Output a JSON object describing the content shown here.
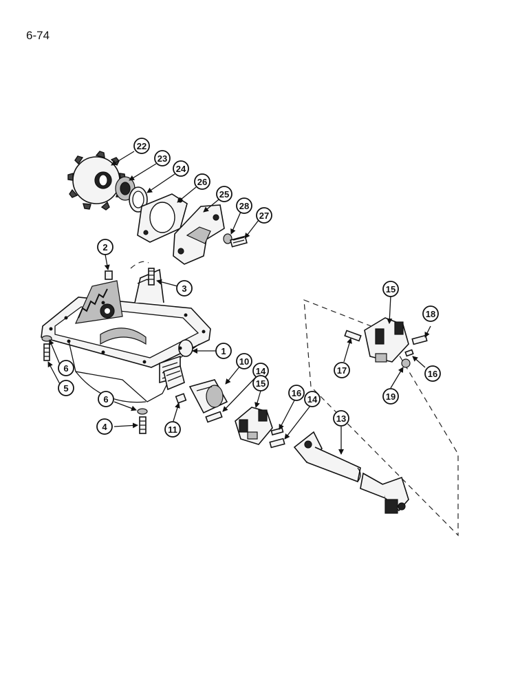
{
  "page": {
    "number": "6-74"
  },
  "callouts": [
    {
      "id": "c22",
      "label": "22"
    },
    {
      "id": "c23",
      "label": "23"
    },
    {
      "id": "c24",
      "label": "24"
    },
    {
      "id": "c26",
      "label": "26"
    },
    {
      "id": "c25",
      "label": "25"
    },
    {
      "id": "c28",
      "label": "28"
    },
    {
      "id": "c27",
      "label": "27"
    },
    {
      "id": "c2",
      "label": "2"
    },
    {
      "id": "c3",
      "label": "3"
    },
    {
      "id": "c6a",
      "label": "6"
    },
    {
      "id": "c5",
      "label": "5"
    },
    {
      "id": "c1",
      "label": "1"
    },
    {
      "id": "c10",
      "label": "10"
    },
    {
      "id": "c14a",
      "label": "14"
    },
    {
      "id": "c15a",
      "label": "15"
    },
    {
      "id": "c16a",
      "label": "16"
    },
    {
      "id": "c14b",
      "label": "14"
    },
    {
      "id": "c6b",
      "label": "6"
    },
    {
      "id": "c4",
      "label": "4"
    },
    {
      "id": "c11",
      "label": "11"
    },
    {
      "id": "c13",
      "label": "13"
    },
    {
      "id": "c15b",
      "label": "15"
    },
    {
      "id": "c18",
      "label": "18"
    },
    {
      "id": "c17",
      "label": "17"
    },
    {
      "id": "c16b",
      "label": "16"
    },
    {
      "id": "c19",
      "label": "19"
    }
  ]
}
